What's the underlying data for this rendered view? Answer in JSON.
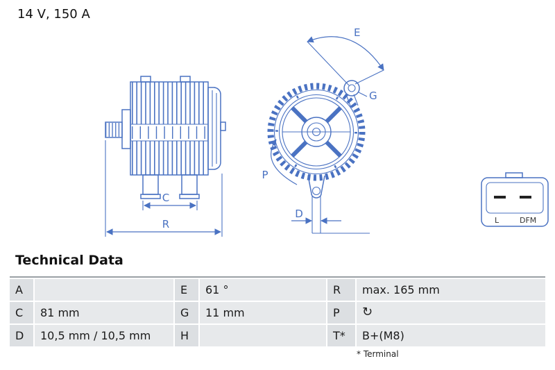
{
  "header": {
    "rating": "14 V, 150 A"
  },
  "heading": "Technical Data",
  "table": {
    "rows": [
      [
        {
          "k": "A",
          "v": ""
        },
        {
          "k": "E",
          "v": "61 °"
        },
        {
          "k": "R",
          "v": "max. 165 mm"
        }
      ],
      [
        {
          "k": "C",
          "v": "81 mm"
        },
        {
          "k": "G",
          "v": "11 mm"
        },
        {
          "k": "P",
          "v": "↻"
        }
      ],
      [
        {
          "k": "D",
          "v": "10,5 mm / 10,5 mm"
        },
        {
          "k": "H",
          "v": ""
        },
        {
          "k": "T*",
          "v": "B+(M8)"
        }
      ]
    ],
    "footnote": "* Terminal"
  },
  "diagram": {
    "accent": "#4a72c2",
    "pin_color": "#222222",
    "labels": {
      "C": "C",
      "R": "R",
      "D": "D",
      "E": "E",
      "G": "G",
      "P": "P",
      "L": "L",
      "DFM": "DFM"
    }
  }
}
